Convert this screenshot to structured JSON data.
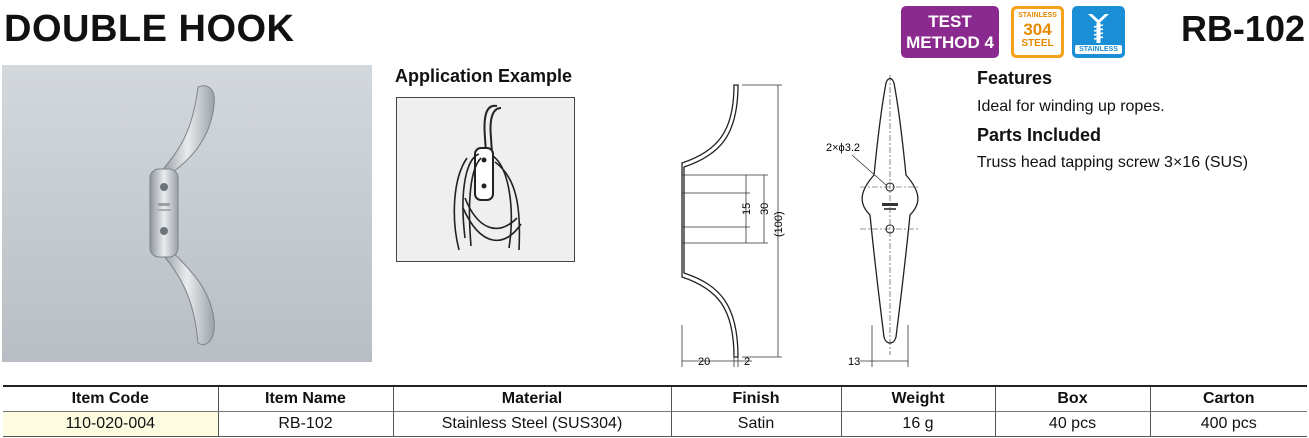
{
  "header": {
    "title": "DOUBLE HOOK",
    "model": "RB-102"
  },
  "badges": {
    "test": {
      "line1": "TEST",
      "line2": "METHOD 4"
    },
    "steel": {
      "line1": "STAINLESS",
      "line2": "304",
      "line3": "STEEL"
    },
    "screw": {
      "label": "STAINLESS"
    }
  },
  "application": {
    "title": "Application Example"
  },
  "drawing": {
    "dims": {
      "hole_pitch": "15",
      "mount_length": "30",
      "overall_length": "(100)",
      "depth": "20",
      "thickness": "2",
      "width": "13",
      "hole": "2×ϕ3.2"
    }
  },
  "features": {
    "features_heading": "Features",
    "features_text": "Ideal for winding up ropes.",
    "parts_heading": "Parts Included",
    "parts_text": "Truss head tapping screw 3×16 (SUS)"
  },
  "table": {
    "headers": [
      "Item Code",
      "Item Name",
      "Material",
      "Finish",
      "Weight",
      "Box",
      "Carton"
    ],
    "rows": [
      [
        "110-020-004",
        "RB-102",
        "Stainless Steel (SUS304)",
        "Satin",
        "16 g",
        "40 pcs",
        "400 pcs"
      ]
    ]
  },
  "colors": {
    "test_badge": "#8a2a8e",
    "steel_badge": "#f4a11c",
    "screw_badge": "#1a8fd6",
    "item_code_cell": "#fdfbe0"
  }
}
